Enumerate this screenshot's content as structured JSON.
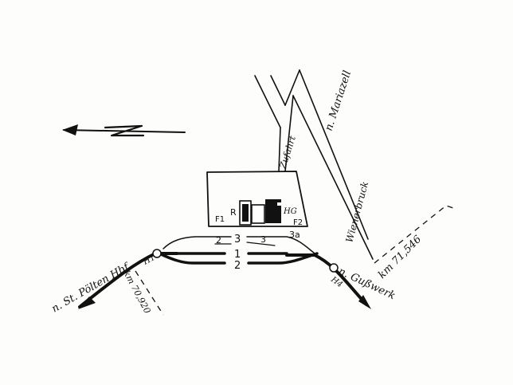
{
  "diagram": {
    "north_label": "N",
    "roads": {
      "mariazell": "n. Mariazell",
      "access": "Zufahrt",
      "wienerbruck": "Wienerbruck"
    },
    "destinations": {
      "west": "n. St. Pölten Hbf",
      "east": "n. Gußwerk"
    },
    "kilometers": {
      "west": "km 70,920",
      "east": "km 71,546"
    },
    "buildings": {
      "r": "R",
      "hg": "HG",
      "f1": "F1",
      "f2": "F2"
    },
    "signals": {
      "west": "H1",
      "east": "H4"
    },
    "tracks": {
      "t3_left": "3",
      "t2_small": "2",
      "t3_right": "3",
      "t3a": "3a",
      "t1": "1",
      "t2": "2"
    }
  }
}
